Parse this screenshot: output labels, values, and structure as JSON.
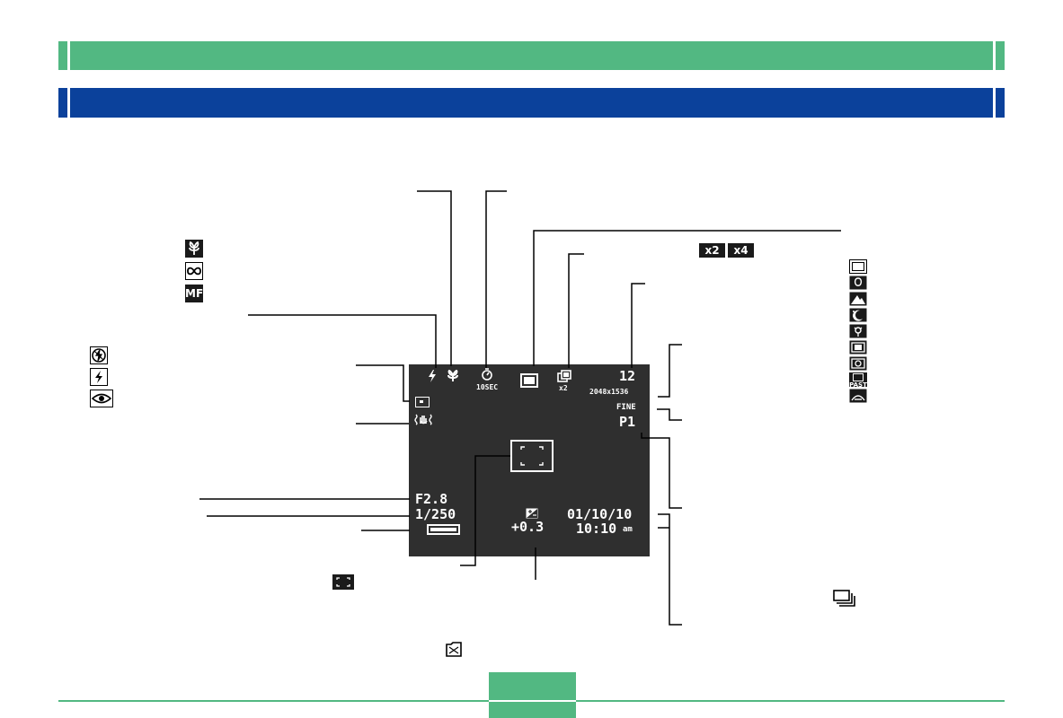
{
  "colors": {
    "green_bar": "#52b882",
    "blue_bar": "#0b419b",
    "lcd_bg": "#2f2f2f",
    "footer": "#52b882"
  },
  "lcd": {
    "self_timer": "10SEC",
    "zoom_indicator": "x2",
    "shots_remaining": "12",
    "image_size": "2048x1536",
    "quality": "FINE",
    "mode": "P1",
    "aperture": "F2.8",
    "shutter_speed": "1/250",
    "exposure_comp": "+0.3",
    "date": "01/10/10",
    "time": "10:10",
    "time_suffix": "am"
  },
  "legend": {
    "zoom_badges": [
      "x2",
      "x4"
    ],
    "scene_pasta_label": "PAST"
  },
  "icons": {
    "focus": [
      "macro-icon",
      "infinity-icon",
      "manual-focus-icon"
    ],
    "flash": [
      "flash-off-icon",
      "flash-on-icon",
      "red-eye-icon"
    ],
    "scene": [
      "normal-frame-icon",
      "portrait-icon",
      "landscape-icon",
      "night-scene-icon",
      "macro-scene-icon",
      "coupling-icon",
      "pre-shot-icon",
      "pasta-icon",
      "text-icon"
    ],
    "other": [
      "focus-frame-icon",
      "continuous-icon",
      "memory-card-icon"
    ]
  }
}
